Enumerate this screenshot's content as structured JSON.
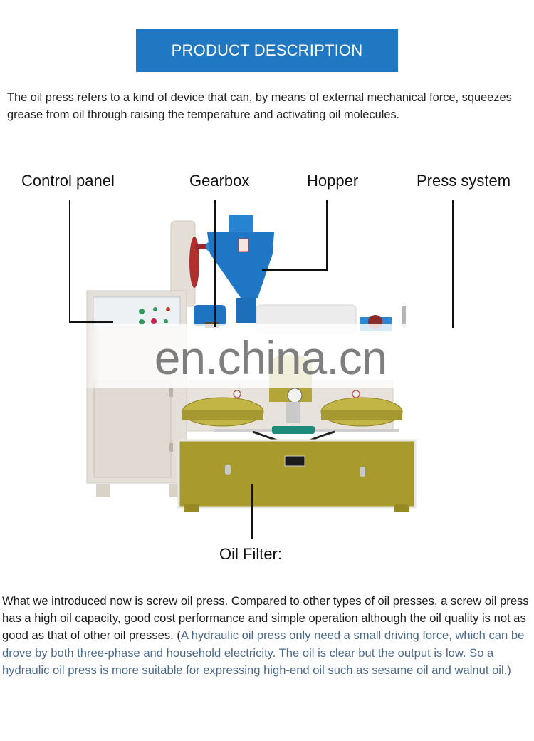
{
  "header": {
    "banner_title": "PRODUCT DESCRIPTION",
    "banner_color": "#1f78c1"
  },
  "intro": {
    "text": "The oil press refers to a kind of device that can, by means of external mechanical force, squeezes grease from oil through raising the temperature and activating oil molecules."
  },
  "diagram": {
    "labels": {
      "control_panel": "Control panel",
      "gearbox": "Gearbox",
      "hopper": "Hopper",
      "press_system": "Press system",
      "oil_filter": "Oil Filter:"
    },
    "watermark": "en.china.cn",
    "colors": {
      "cabinet": "#e3ddd5",
      "blue_parts": "#1e73c4",
      "filter_body": "#a89a2c",
      "red_wheel": "#c0392b"
    }
  },
  "description": {
    "main_text": "What we introduced now is screw oil press. Compared to other types of oil presses, a screw oil press has a high oil capacity, good cost performance and simple operation although the oil quality is not as good as that of other oil presses. (",
    "note_text": "A hydraulic oil press only need a small driving force, which can be drove by both three-phase and household electricity. The oil is clear but the output is low. So a hydraulic oil press is more suitable for expressing high-end oil such as sesame oil and walnut oil.)",
    "note_color": "#4a6a8c"
  }
}
